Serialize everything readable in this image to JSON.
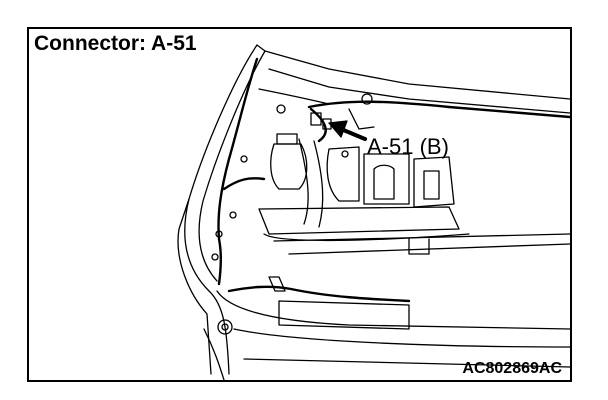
{
  "diagram": {
    "title": "Connector: A-51",
    "callout_label": "A-51 (B)",
    "figure_code": "AC802869AC",
    "arrow_icon": "pointer-arrow-icon"
  },
  "colors": {
    "ink": "#000000",
    "paper": "#ffffff"
  }
}
